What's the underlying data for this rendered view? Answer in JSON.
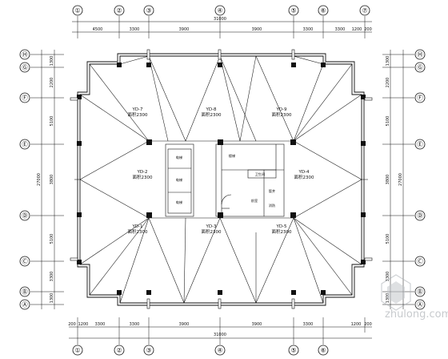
{
  "plan": {
    "grid_columns": [
      "①",
      "②",
      "③",
      "④",
      "⑤",
      "⑥",
      "⑦"
    ],
    "grid_columns_bottom": [
      "①",
      "②",
      "③",
      "④",
      "⑤",
      "⑥"
    ],
    "grid_rows": [
      "Ⓗ",
      "Ⓖ",
      "Ⓕ",
      "Ⓔ",
      "Ⓓ",
      "Ⓒ",
      "Ⓑ",
      "Ⓐ"
    ],
    "top_dims": [
      "4500",
      "3300",
      "3900",
      "3900",
      "3300",
      "3300",
      "1200",
      "200"
    ],
    "top_total": "31000",
    "bottom_dims": [
      "200",
      "1200",
      "3300",
      "3300",
      "3900",
      "3900",
      "3300",
      "1200",
      "200"
    ],
    "bottom_total": "31000",
    "left_dims": [
      "1300",
      "2200",
      "5100",
      "3800",
      "5100",
      "3300",
      "1300"
    ],
    "left_total": "27000",
    "right_dims": [
      "1300",
      "2200",
      "5100",
      "3800",
      "5100",
      "3300",
      "1300"
    ],
    "right_total": "27000",
    "zones": [
      {
        "name": "YD-7",
        "area": "面积2300"
      },
      {
        "name": "YD-8",
        "area": "面积2300"
      },
      {
        "name": "YD-9",
        "area": "面积2300"
      },
      {
        "name": "YD-2",
        "area": "面积2300"
      },
      {
        "name": "YD-4",
        "area": "面积2300"
      },
      {
        "name": "YD-1",
        "area": "面积2300"
      },
      {
        "name": "YD-3",
        "area": "面积2300"
      },
      {
        "name": "YD-5",
        "area": "面积2300"
      }
    ],
    "rooms": [
      "电梯",
      "电梯",
      "电梯",
      "前室",
      "楼梯",
      "管井",
      "卫生间",
      "消防"
    ],
    "watermark": "zhulong.com"
  }
}
